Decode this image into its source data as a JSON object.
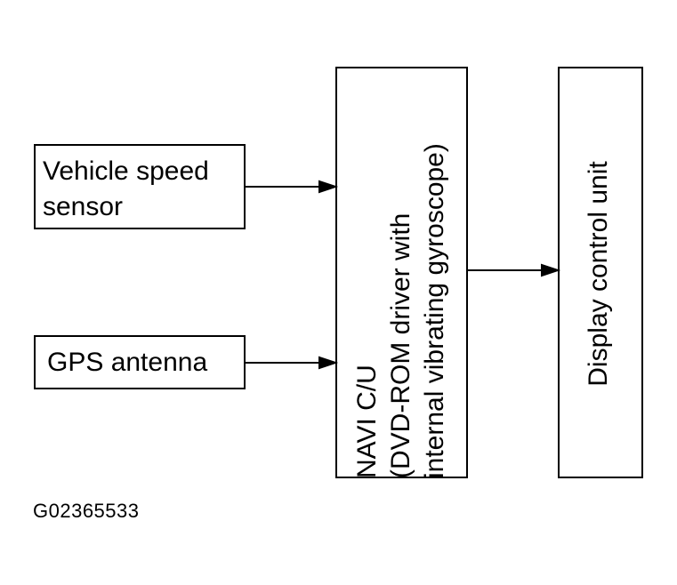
{
  "diagram": {
    "speed_sensor": {
      "line1": "Vehicle speed",
      "line2": "sensor"
    },
    "gps_antenna": {
      "label": "GPS antenna"
    },
    "navi_cu": {
      "line1": "NAVI C/U",
      "line2": "(DVD-ROM driver with",
      "line3": "internal vibrating gyroscope)"
    },
    "display_unit": {
      "label": "Display control unit"
    },
    "figure_code": "G02365533"
  }
}
